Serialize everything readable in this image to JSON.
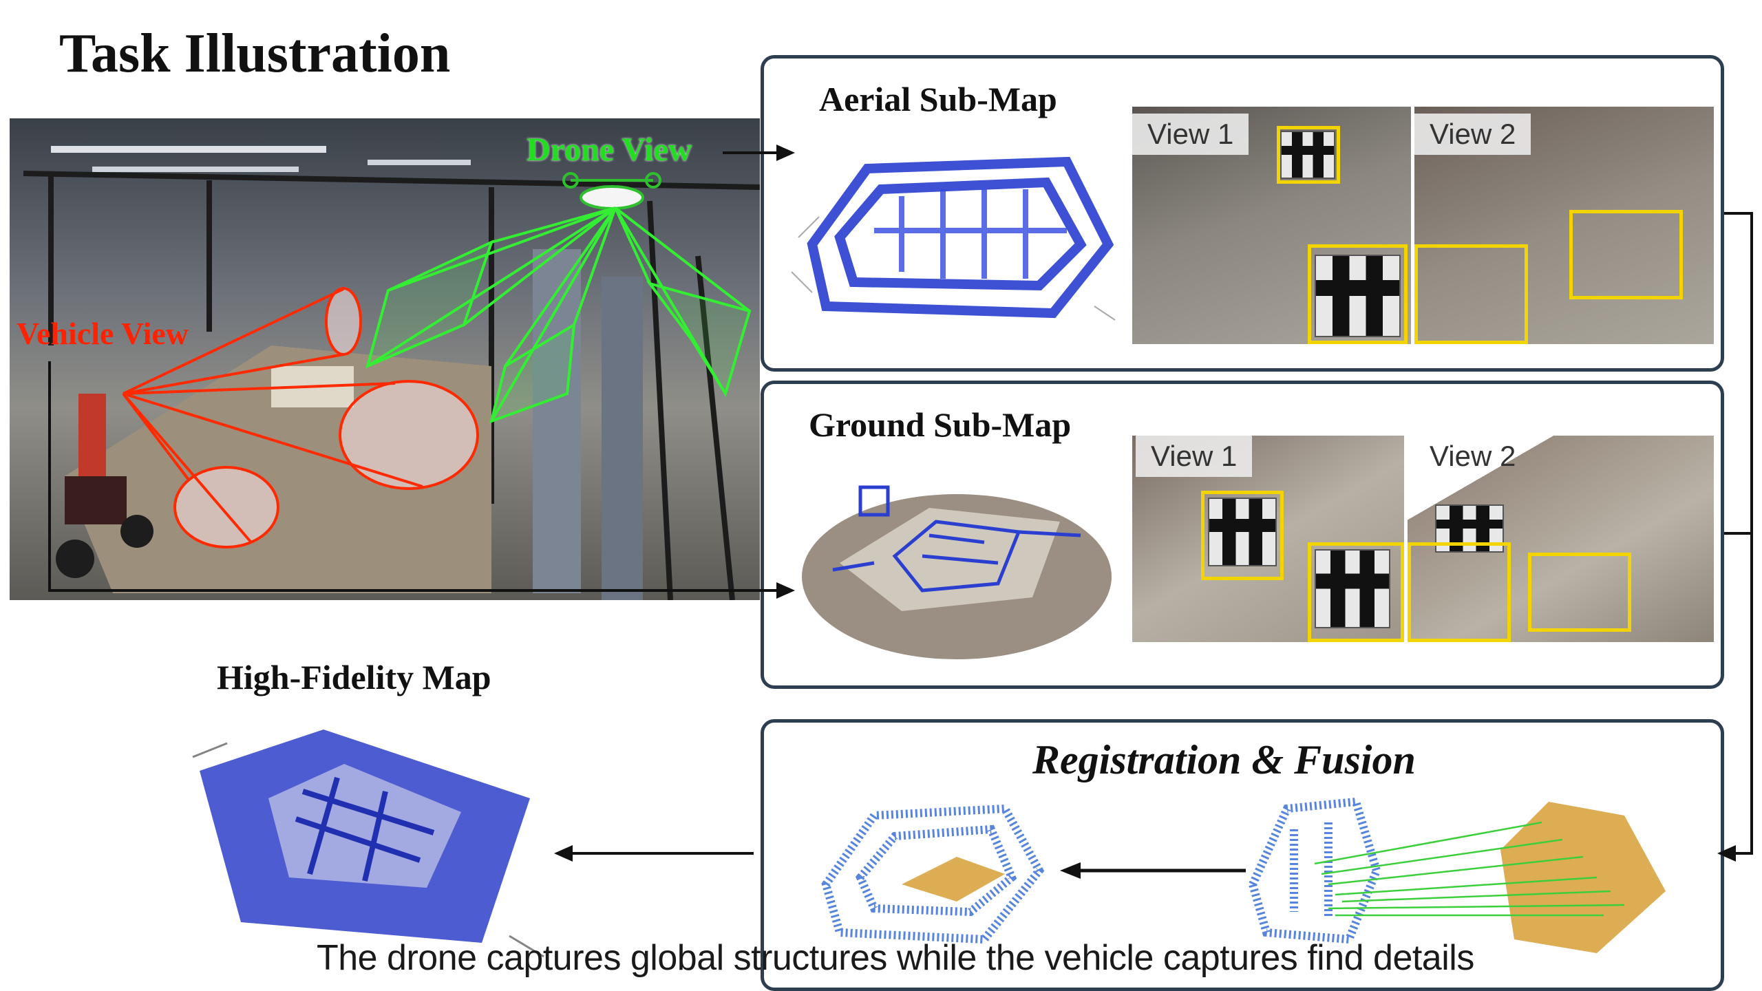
{
  "title": "Task Illustration",
  "scene": {
    "drone_label": "Drone View",
    "vehicle_label": "Vehicle View"
  },
  "aerial": {
    "title": "Aerial Sub-Map",
    "view1": "View 1",
    "view2": "View 2"
  },
  "ground": {
    "title": "Ground Sub-Map",
    "view1": "View 1",
    "view2": "View 2"
  },
  "fusion": {
    "title": "Registration & Fusion"
  },
  "high_fidelity": {
    "title": "High-Fidelity Map"
  },
  "caption": "The drone captures global structures while the vehicle captures find details",
  "colors": {
    "drone": "#22dd22",
    "vehicle": "#ff2200",
    "highlight": "#f2d500",
    "panel_border": "#2c3e50",
    "aerial_map": "#2a3fd0",
    "fused_gold": "#d9a441"
  }
}
